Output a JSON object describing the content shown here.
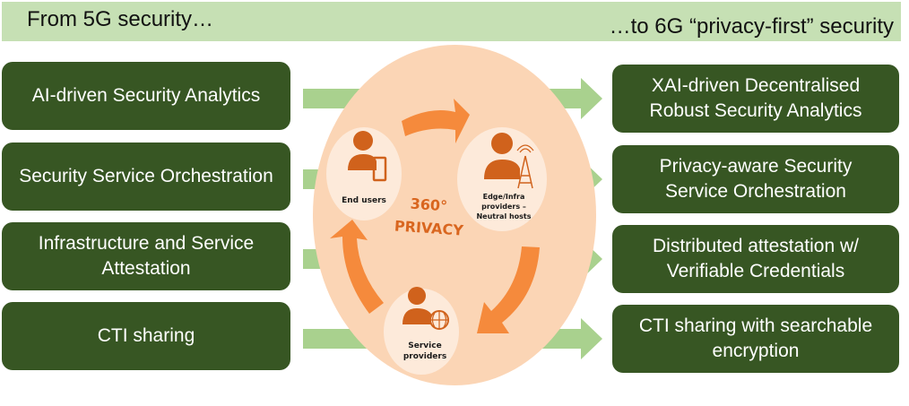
{
  "header": {
    "left_title": "From 5G security…",
    "right_title": "…to 6G “privacy-first” security"
  },
  "left_items": [
    {
      "label": "AI-driven Security Analytics"
    },
    {
      "label": "Security Service Orchestration"
    },
    {
      "label": "Infrastructure and Service Attestation"
    },
    {
      "label": "CTI sharing"
    }
  ],
  "right_items": [
    {
      "label": "XAI-driven Decentralised Robust Security Analytics"
    },
    {
      "label": "Privacy-aware Security Service Orchestration"
    },
    {
      "label": "Distributed attestation w/ Verifiable Credentials"
    },
    {
      "label": "CTI sharing with searchable encryption"
    }
  ],
  "center": {
    "title_line1": "360°",
    "title_line2": "PRIVACY",
    "nodes": [
      {
        "label_lines": [
          "End users"
        ],
        "icon": "person-with-phone-icon"
      },
      {
        "label_lines": [
          "Edge/Infra",
          "providers –",
          "Neutral hosts"
        ],
        "icon": "person-with-antenna-tower-icon"
      },
      {
        "label_lines": [
          "Service",
          "providers"
        ],
        "icon": "person-with-globe-icon"
      }
    ]
  },
  "colors": {
    "banner": "#c6e0b4",
    "box": "#375623",
    "arrow_green": "#a9d18e",
    "circle_bg": "#fbd5b5",
    "node_bg": "#fdeada",
    "orange": "#f58a3c",
    "icon_orange": "#d0621c"
  }
}
